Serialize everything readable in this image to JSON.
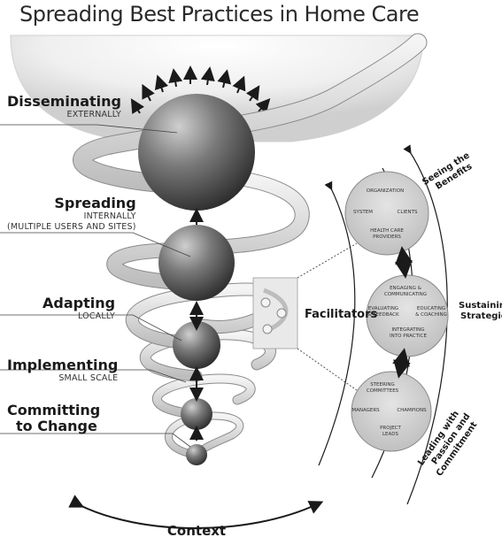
{
  "title": "Spreading Best Practices in Home Care",
  "stages": [
    {
      "name": "Disseminating",
      "sub": [
        "EXTERNALLY"
      ]
    },
    {
      "name": "Spreading",
      "sub": [
        "INTERNALLY",
        "(MULTIPLE USERS AND SITES)"
      ]
    },
    {
      "name": "Adapting",
      "sub": [
        "LOCALLY"
      ]
    },
    {
      "name": "Implementing",
      "sub": [
        "SMALL SCALE"
      ]
    },
    {
      "name": "Committing",
      "name2": "to Change",
      "sub": []
    }
  ],
  "facilitators_label": "Facilitators",
  "context_label": "Context",
  "groups": [
    {
      "items": [
        "ORGANIZATION",
        "SYSTEM",
        "CLIENTS",
        "HEALTH CARE",
        "PROVIDERS"
      ]
    },
    {
      "items": [
        "ENGAGING &",
        "COMMUNICATING",
        "EVALUATING",
        "& FEEDBACK",
        "EDUCATING",
        "& COACHING",
        "INTEGRATING",
        "INTO PRACTICE"
      ]
    },
    {
      "items": [
        "STEERING",
        "COMMITTEES",
        "MANAGERS",
        "CHAMPIONS",
        "PROJECT",
        "LEADS"
      ]
    }
  ],
  "side_labels": {
    "seeing": [
      "Seeing the",
      "Benefits"
    ],
    "sustaining": [
      "Sustaining",
      "Strategies"
    ],
    "leading": [
      "Leading with",
      "Passion and",
      "Commitment"
    ]
  }
}
